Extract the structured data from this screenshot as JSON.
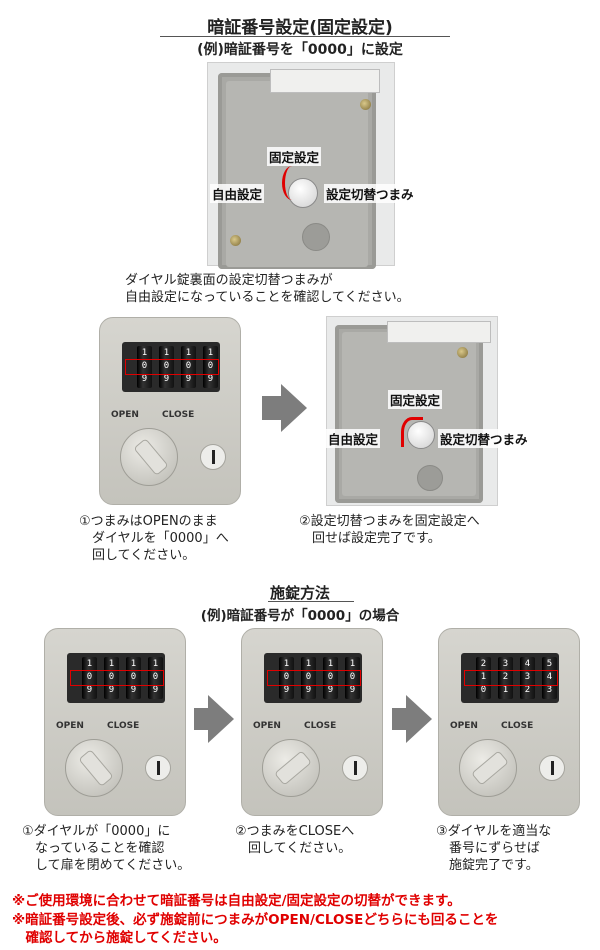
{
  "section1": {
    "title": "暗証番号設定(固定設定)",
    "subtitle": "(例)暗証番号を「0000」に設定",
    "top_photo": {
      "label_fixed": "固定設定",
      "label_free": "自由設定",
      "label_knob": "設定切替つまみ"
    },
    "note": "ダイヤル錠裏面の設定切替つまみが\n自由設定になっていることを確認してください。",
    "step1_caption": "①つまみはOPENのまま\n　ダイヤルを「0000」へ\n　回してください。",
    "step2_caption": "②設定切替つまみを固定設定へ\n　回せば設定完了です。",
    "step2_photo": {
      "label_fixed": "固定設定",
      "label_free": "自由設定",
      "label_knob": "設定切替つまみ"
    }
  },
  "section2": {
    "title": "施錠方法",
    "subtitle": "(例)暗証番号が「0000」の場合",
    "caption1": "①ダイヤルが「0000」に\n　なっていることを確認\n　して扉を閉めてください。",
    "caption2": "②つまみをCLOSEへ\n　回してください。",
    "caption3": "③ダイヤルを適当な\n　番号にずらせば\n　施錠完了です。"
  },
  "lock_labels": {
    "open": "OPEN",
    "close": "CLOSE"
  },
  "dials": {
    "zero": [
      [
        "1",
        "0",
        "9"
      ],
      [
        "1",
        "0",
        "9"
      ],
      [
        "1",
        "0",
        "9"
      ],
      [
        "1",
        "0",
        "9"
      ]
    ],
    "scrambled": [
      [
        "2",
        "1",
        "0"
      ],
      [
        "3",
        "2",
        "1"
      ],
      [
        "4",
        "3",
        "2"
      ],
      [
        "5",
        "4",
        "3"
      ]
    ]
  },
  "warnings": [
    "※ご使用環境に合わせて暗証番号は自由設定/固定設定の切替ができます。",
    "※暗証番号設定後、必ず施錠前につまみがOPEN/CLOSEどちらにも回ることを\n　確認してから施錠してください。"
  ],
  "colors": {
    "warning": "#e00000",
    "highlight": "#e00000",
    "arrow": "#7d7d7d"
  }
}
